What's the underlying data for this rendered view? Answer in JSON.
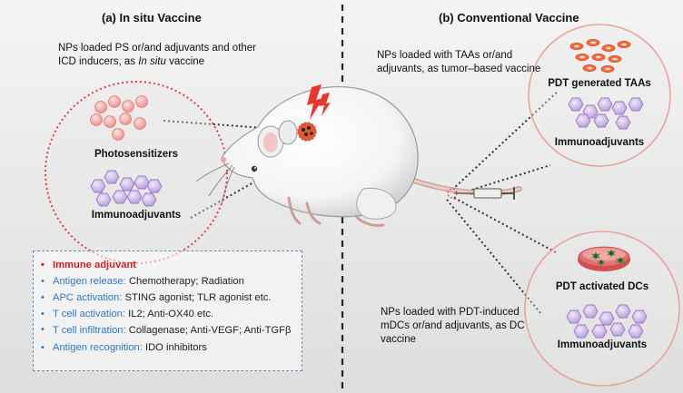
{
  "panels": {
    "left": {
      "title": "(a) In situ Vaccine",
      "description_line1": "NPs loaded PS or/and adjuvants and other",
      "description_line2_prefix": "ICD inducers, as ",
      "description_line2_italic": "In situ",
      "description_line2_suffix": " vaccine",
      "circle_labels": {
        "top": "Photosensitizers",
        "bottom": "Immunoadjuvants"
      }
    },
    "right": {
      "title": "(b) Conventional Vaccine",
      "description_top": "NPs loaded with TAAs or/and adjuvants, as tumor–based vaccine",
      "description_bottom": "NPs loaded with PDT-induced mDCs or/and adjuvants, as DC vaccine",
      "circle_top_labels": {
        "top": "PDT generated TAAs",
        "bottom": "Immunoadjuvants"
      },
      "circle_bottom_labels": {
        "top": "PDT activated DCs",
        "bottom": "Immunoadjuvants"
      }
    }
  },
  "legend": {
    "items": [
      {
        "term": "Immune adjuvant",
        "detail": ""
      },
      {
        "term": "Antigen release:",
        "detail": " Chemotherapy; Radiation"
      },
      {
        "term": "APC activation:",
        "detail": " STING agonist; TLR agonist etc."
      },
      {
        "term": "T cell activation:",
        "detail": " IL2; Anti-OX40 etc."
      },
      {
        "term": "T cell infiltration:",
        "detail": " Collagenase; Anti-VEGF; Anti-TGFβ"
      },
      {
        "term": "Antigen recognition:",
        "detail": " IDO inhibitors"
      }
    ]
  },
  "colors": {
    "photosensitizer": "#f4a6a3",
    "immunoadjuvant": "#c9b3e3",
    "taa": "#f06a3c",
    "circle_outline_dotted": "#e04040",
    "circle_outline_solid": "#e8a49c",
    "legend_heading": "#d11f1f",
    "legend_term": "#2c79c2",
    "lightning": "#e8382e"
  }
}
